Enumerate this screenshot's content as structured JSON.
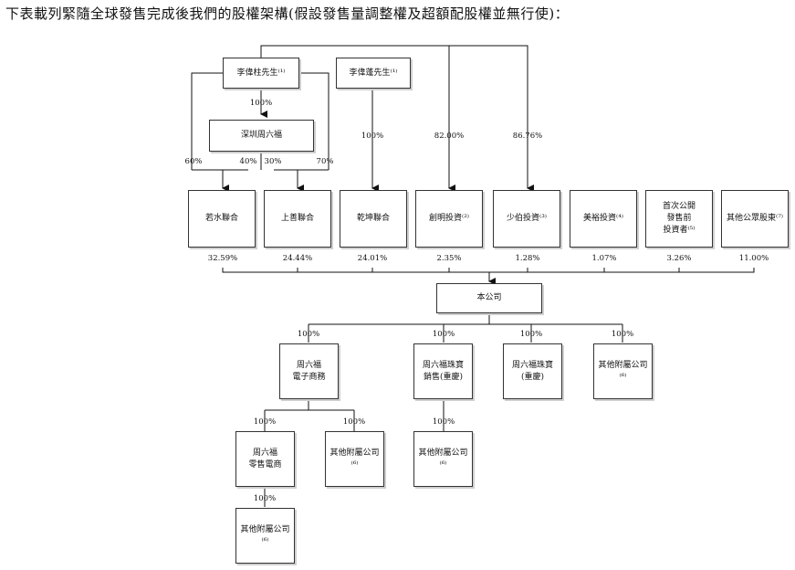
{
  "intro": "下表載列緊隨全球發售完成後我們的股權架構(假設發售量調整權及超額配股權並無行使)：",
  "top_holders": {
    "li_weizhu": "李偉柱先生⁽¹⁾",
    "li_weipeng": "李偉蓬先生⁽¹⁾",
    "shenzhen": "深圳周六福"
  },
  "shareholders": [
    {
      "name": "若水聯合",
      "pct": "32.59%"
    },
    {
      "name": "上善聯合",
      "pct": "24.44%"
    },
    {
      "name": "乾坤聯合",
      "pct": "24.01%"
    },
    {
      "name": "創明投資⁽²⁾",
      "pct": "2.35%"
    },
    {
      "name": "少伯投資⁽³⁾",
      "pct": "1.28%"
    },
    {
      "name": "美裕投資⁽⁴⁾",
      "pct": "1.07%"
    },
    {
      "name": "首次公開\n發售前\n投資者⁽⁵⁾",
      "pct": "3.26%"
    },
    {
      "name": "其他公眾股東⁽⁷⁾",
      "pct": "11.00%"
    }
  ],
  "edge_labels": {
    "weizhu_to_shenzhen": "100%",
    "weizhu_to_ruoshui": "60%",
    "shenzhen_to_ruoshui": "40%",
    "shenzhen_to_shangshan": "30%",
    "weizhu_to_shangshan": "70%",
    "weipeng_to_qiankun": "100%",
    "to_chuangming": "82.00%",
    "to_shaobo": "86.76%"
  },
  "company": "本公司",
  "subsidiaries": [
    {
      "name": "周六福\n電子商務",
      "pct": "100%"
    },
    {
      "name": "周六福珠寶\n銷售(重慶)",
      "pct": "100%"
    },
    {
      "name": "周六福珠寶\n(重慶)",
      "pct": "100%"
    },
    {
      "name": "其他附屬公司⁽⁶⁾",
      "pct": "100%"
    }
  ],
  "level3": {
    "retail": {
      "name": "周六福\n零售電商",
      "pct": "100%"
    },
    "other_ecom": {
      "name": "其他附屬公司⁽⁶⁾",
      "pct": "100%"
    },
    "other_cq": {
      "name": "其他附屬公司⁽⁶⁾",
      "pct": "100%"
    }
  },
  "level4": {
    "name": "其他附屬公司⁽⁶⁾",
    "pct": "100%"
  }
}
